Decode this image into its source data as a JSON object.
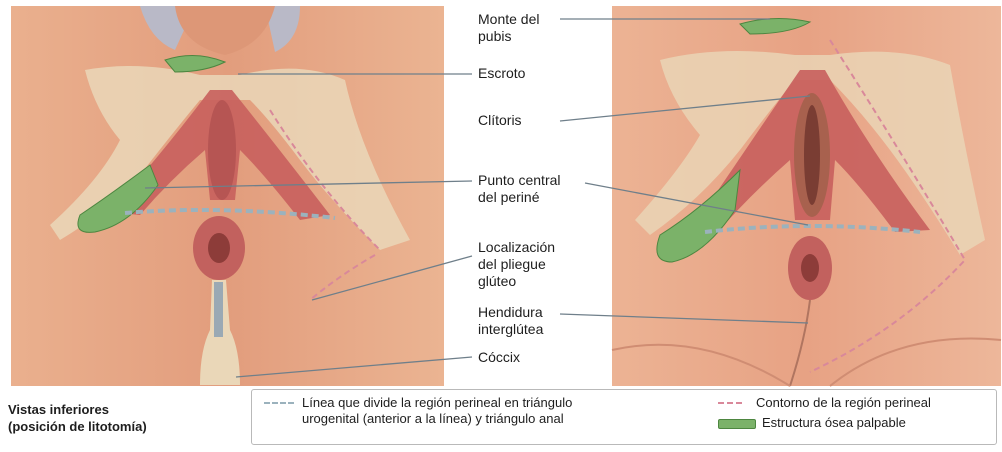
{
  "labels": {
    "monte_del_pubis": "Monte del\npubis",
    "escroto": "Escroto",
    "clitoris": "Clítoris",
    "punto_central": "Punto central\ndel periné",
    "pliegue_gluteo": "Localización\ndel pliegue\nglúteo",
    "hendidura": "Hendidura\ninterglútea",
    "coccix": "Cóccix"
  },
  "caption": "Vistas inferiores\n(posición de litotomía)",
  "legend": {
    "line_divides": "Línea que divide la región perineal en triángulo\nurogenital (anterior a la línea) y triángulo anal",
    "contour": "Contorno de la región perineal",
    "bone": "Estructura ósea palpable"
  },
  "colors": {
    "skin_left": "#e7a583",
    "skin_right": "#e9a588",
    "bone_beige": "#ead7b8",
    "muscle_red": "#c85f5d",
    "green_bone": "#7bb269",
    "dashed_blue": "#9bb2bd",
    "dashed_red": "#d9889a"
  }
}
